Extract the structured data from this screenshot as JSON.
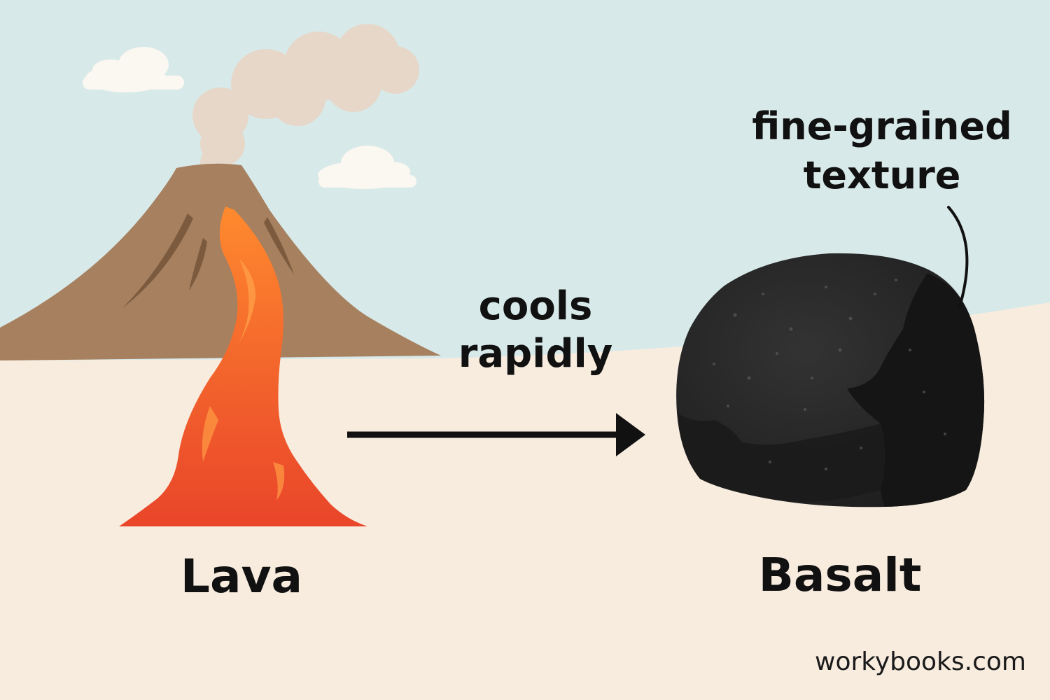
{
  "labels": {
    "source": "Lava",
    "result": "Basalt",
    "process_line1": "cools",
    "process_line2": "rapidly",
    "texture_line1": "fine-grained",
    "texture_line2": "texture"
  },
  "credit": "workybooks.com",
  "colors": {
    "sky": "#d8e9e9",
    "ground": "#f8ecdf",
    "volcano": "#a6805f",
    "volcano_streak": "#7c5a3e",
    "smoke": "#e6d7c9",
    "cloud": "#fbf7f1",
    "lava_light": "#ff8a2e",
    "lava_dark": "#ea4a2a",
    "rock": "#262626",
    "rock_shadow": "#151515",
    "text": "#111111"
  },
  "icons": {
    "volcano": "volcano-icon",
    "lava": "lava-flow-icon",
    "rock": "basalt-rock-icon",
    "arrow": "arrow-right-icon"
  }
}
